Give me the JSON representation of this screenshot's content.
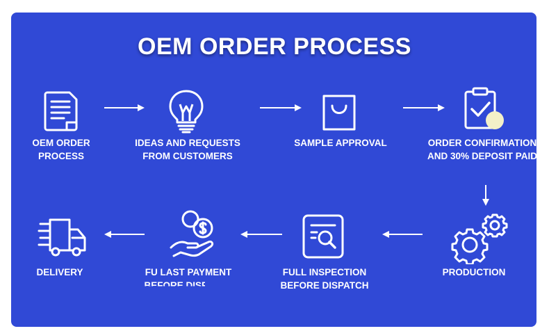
{
  "diagram": {
    "title": "OEM ORDER PROCESS",
    "colors": {
      "background": "#3049d6",
      "foreground": "#ffffff",
      "accent": "#f3f0c8"
    },
    "steps": [
      {
        "icon": "document-icon",
        "line1": "OEM ORDER",
        "line2": "PROCESS"
      },
      {
        "icon": "lightbulb-icon",
        "line1": "IDEAS AND REQUESTS",
        "line2": "FROM CUSTOMERS"
      },
      {
        "icon": "shopping-bag-icon",
        "line1": "SAMPLE APPROVAL",
        "line2": ""
      },
      {
        "icon": "clipboard-check-icon",
        "line1": "ORDER CONFIRMATION",
        "line2": "AND 30% DEPOSIT PAID"
      },
      {
        "icon": "gears-icon",
        "line1": "PRODUCTION",
        "line2": ""
      },
      {
        "icon": "inspection-icon",
        "line1": "FULL INSPECTION",
        "line2": "BEFORE DISPATCH"
      },
      {
        "icon": "payment-hand-icon",
        "line1": "FU LAST PAYMENT",
        "line2": "BEFORE DISPATCH"
      },
      {
        "icon": "delivery-truck-icon",
        "line1": "DELIVERY",
        "line2": ""
      }
    ]
  }
}
